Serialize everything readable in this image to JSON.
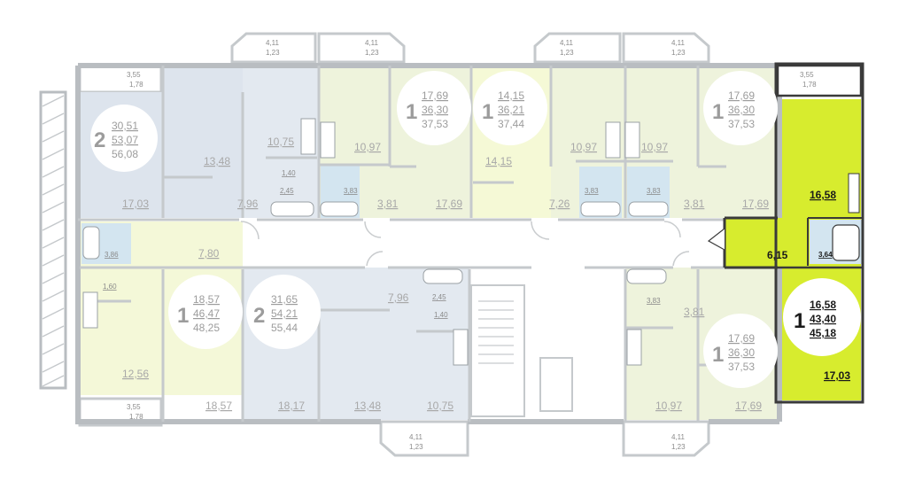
{
  "colors": {
    "blue_room": "#dde4ed",
    "green_room": "#eef3dc",
    "yellow_room": "#f4f8d8",
    "highlight": "#d7ec2e",
    "wall": "#b9bdc1",
    "text": "#a8a8a8"
  },
  "balconies": {
    "b1": {
      "top": "4,11",
      "bottom": "1,23"
    },
    "b2": {
      "top": "4,11",
      "bottom": "1,23"
    },
    "b3": {
      "top": "4,11",
      "bottom": "1,23"
    },
    "b4": {
      "top": "4,11",
      "bottom": "1,23"
    },
    "b5": {
      "top": "3,55",
      "bottom": "1,78"
    },
    "b6": {
      "top": "3,55",
      "bottom": "1,78"
    },
    "b7": {
      "top": "3,55",
      "bottom": "1,78"
    },
    "b8": {
      "top": "4,11",
      "bottom": "1,23"
    },
    "b9": {
      "top": "4,11",
      "bottom": "1,23"
    }
  },
  "apartments": {
    "a1": {
      "rooms": "2",
      "living": "30,51",
      "total": "53,07",
      "total_with_balcony": "56,08"
    },
    "a2": {
      "rooms": "1",
      "living": "17,69",
      "total": "36,30",
      "total_with_balcony": "37,53"
    },
    "a3": {
      "rooms": "1",
      "living": "14,15",
      "total": "36,21",
      "total_with_balcony": "37,44"
    },
    "a4": {
      "rooms": "1",
      "living": "17,69",
      "total": "36,30",
      "total_with_balcony": "37,53"
    },
    "a5": {
      "rooms": "1",
      "living": "18,57",
      "total": "46,47",
      "total_with_balcony": "48,25"
    },
    "a6": {
      "rooms": "2",
      "living": "31,65",
      "total": "54,21",
      "total_with_balcony": "55,44"
    },
    "a7": {
      "rooms": "1",
      "living": "17,69",
      "total": "36,30",
      "total_with_balcony": "37,53"
    },
    "a8": {
      "rooms": "1",
      "living": "16,58",
      "total": "43,40",
      "total_with_balcony": "45,18"
    }
  },
  "room_areas": {
    "r1": "17,03",
    "r2": "13,48",
    "r3": "10,75",
    "r4": "7,96",
    "r5": "1,40",
    "r6": "2,45",
    "r7": "3,83",
    "r8": "10,97",
    "r9": "3,81",
    "r10": "17,69",
    "r11": "14,15",
    "r12": "7,26",
    "r13": "10,97",
    "r14": "3,83",
    "r15": "3,83",
    "r16": "10,97",
    "r17": "3,81",
    "r18": "17,69",
    "r19": "3,86",
    "r20": "7,80",
    "r21": "1,60",
    "r22": "12,56",
    "r23": "18,57",
    "r24": "7,96",
    "r25": "2,45",
    "r26": "1,40",
    "r27": "18,17",
    "r28": "13,48",
    "r29": "10,75",
    "r30": "3,83",
    "r31": "3,81",
    "r32": "10,97",
    "r33": "17,69",
    "r34": "16,58",
    "r35": "6,15",
    "r36": "3,64",
    "r37": "17,03"
  }
}
